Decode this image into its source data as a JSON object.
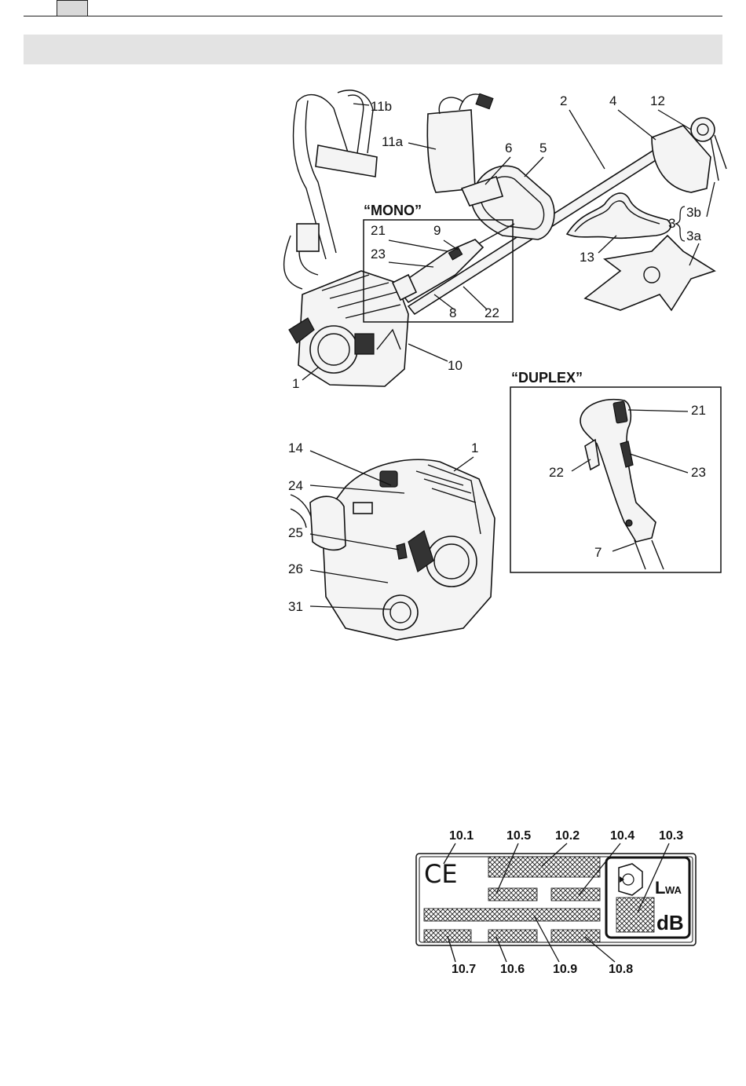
{
  "figure1": {
    "labels": {
      "l1": "1",
      "l2": "2",
      "l3": "3",
      "l3a": "3a",
      "l3b": "3b",
      "l4": "4",
      "l5": "5",
      "l6": "6",
      "l8": "8",
      "l9": "9",
      "l10": "10",
      "l11a": "11a",
      "l11b": "11b",
      "l12": "12",
      "l13": "13",
      "l21": "21",
      "l22": "22",
      "l23": "23"
    },
    "inset_title": "“MONO”"
  },
  "figure2": {
    "title": "“DUPLEX”",
    "labels": {
      "l21": "21",
      "l22": "22",
      "l23": "23",
      "l7": "7"
    }
  },
  "figure3": {
    "labels": {
      "l1": "1",
      "l14": "14",
      "l24": "24",
      "l25": "25",
      "l26": "26",
      "l31": "31"
    }
  },
  "figure4": {
    "labels": {
      "l10_1": "10.1",
      "l10_5": "10.5",
      "l10_2": "10.2",
      "l10_4": "10.4",
      "l10_3": "10.3",
      "l10_7": "10.7",
      "l10_6": "10.6",
      "l10_9": "10.9",
      "l10_8": "10.8"
    },
    "ce_mark": "CE",
    "lwa_L": "L",
    "lwa_sub": "WA",
    "db": "dB"
  }
}
